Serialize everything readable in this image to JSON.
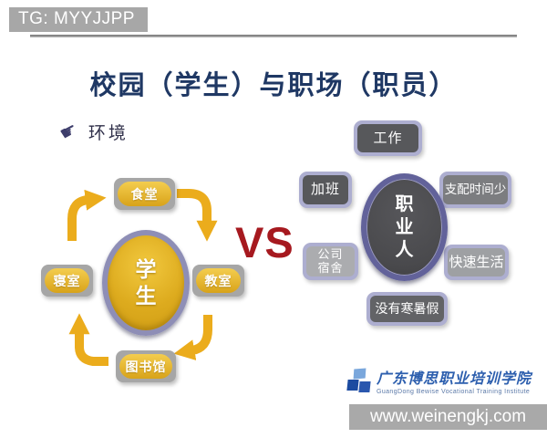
{
  "header": {
    "watermark_badge": "TG: MYYJJPP"
  },
  "title": "校园（学生）与职场（职员）",
  "bullet": {
    "icon": "pointing-hand",
    "label": "环境"
  },
  "vs_label": "VS",
  "campus": {
    "center_label": "学生",
    "nodes": [
      {
        "label": "食堂"
      },
      {
        "label": "寝室"
      },
      {
        "label": "教室"
      },
      {
        "label": "图书馆"
      }
    ]
  },
  "workplace": {
    "center_label": "职业人",
    "nodes": [
      {
        "label": "工作"
      },
      {
        "label": "加班"
      },
      {
        "label": "支配时间少"
      },
      {
        "label": "公司宿舍"
      },
      {
        "label": "快速生活"
      },
      {
        "label": "没有寒暑假"
      }
    ]
  },
  "logo": {
    "name_cn": "广东博思职业培训学院",
    "name_en": "GuangDong Bewise Vocational Training Institute"
  },
  "footer": {
    "url": "www.weinengkj.com"
  },
  "colors": {
    "title_navy": "#1f3864",
    "vs_red": "#a6191f",
    "arrow_gold": "#ebac1c",
    "campus_gold": "#d8a31a",
    "campus_ring": "#8e8eb6",
    "workplace_dark": "#4a4a4d",
    "workplace_ring": "#62629a",
    "node_border_periwinkle": "#adaed0",
    "badge_gray": "#a7a7a7",
    "logo_blue": "#2d5fae"
  }
}
